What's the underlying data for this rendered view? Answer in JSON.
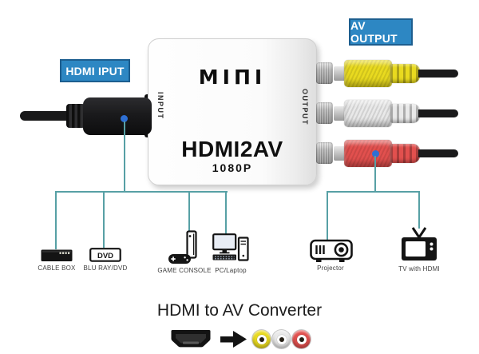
{
  "badges": {
    "hdmi_input": "HDMI IPUT",
    "av_output": "AV OUTPUT"
  },
  "converter": {
    "logo": "MIΠI",
    "input_side_label": "INPUT",
    "output_side_label": "OUTPUT",
    "model": "HDMI2AV",
    "resolution": "1080P"
  },
  "devices": [
    {
      "label": "CABLE BOX"
    },
    {
      "label": "BLU RAY/DVD",
      "icon_text": "DVD"
    },
    {
      "label": "GAME CONSOLE"
    },
    {
      "label": "PC/Laptop"
    },
    {
      "label": "Projector"
    },
    {
      "label": "TV with HDMI"
    }
  ],
  "caption": "HDMI to AV Converter",
  "colors": {
    "badge_blue": "#2d87c3",
    "badge_border": "#1d5e8f",
    "line_teal": "#57a0a5",
    "dot_blue": "#2e6fd4",
    "rca_yellow": "#e9da1f",
    "rca_white": "#e9e9e9",
    "rca_red": "#e2504e"
  }
}
